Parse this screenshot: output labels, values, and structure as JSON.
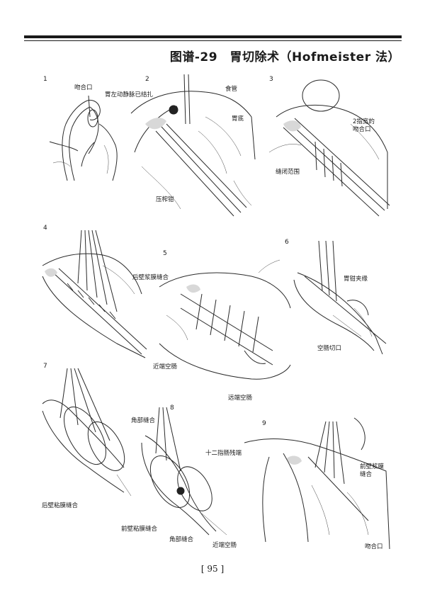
{
  "header": {
    "title": "图谱-29　胃切除术（Hofmeister 法）"
  },
  "figures": [
    {
      "number": "1",
      "labels": {
        "anastomosis": "吻合口"
      }
    },
    {
      "number": "2",
      "labels": {
        "left_gastric_vein": "胃左动静脉已结扎",
        "esophagus": "食管",
        "fundus": "胃底",
        "crush_clamp": "压榨钳"
      }
    },
    {
      "number": "3",
      "labels": {
        "anastomosis_width": "2指宽的吻合口",
        "suture_range": "缝闭范围"
      }
    },
    {
      "number": "4",
      "labels": {}
    },
    {
      "number": "5",
      "labels": {
        "posterior_seromuscular": "后壁浆膜缝合",
        "proximal_jejunum": "近端空肠",
        "distal_jejunum": "远端空肠"
      }
    },
    {
      "number": "6",
      "labels": {
        "stomach_clamp_edge": "胃钳夹缘",
        "jejunum_incision": "空肠切口"
      }
    },
    {
      "number": "7",
      "labels": {
        "posterior_mucosa": "后壁粘膜缝合"
      }
    },
    {
      "number": "8",
      "labels": {
        "corner_suture_top": "角部缝合",
        "anterior_mucosa": "前壁粘膜缝合",
        "corner_suture_bottom": "角部缝合"
      }
    },
    {
      "number": "9",
      "labels": {
        "duodenal_stump": "十二指肠残端",
        "anterior_seromuscular": "前壁浆膜缝合",
        "proximal_jejunum": "近端空肠",
        "anastomosis": "吻合口"
      }
    }
  ],
  "footer": {
    "page_number": "[ 95 ]"
  }
}
